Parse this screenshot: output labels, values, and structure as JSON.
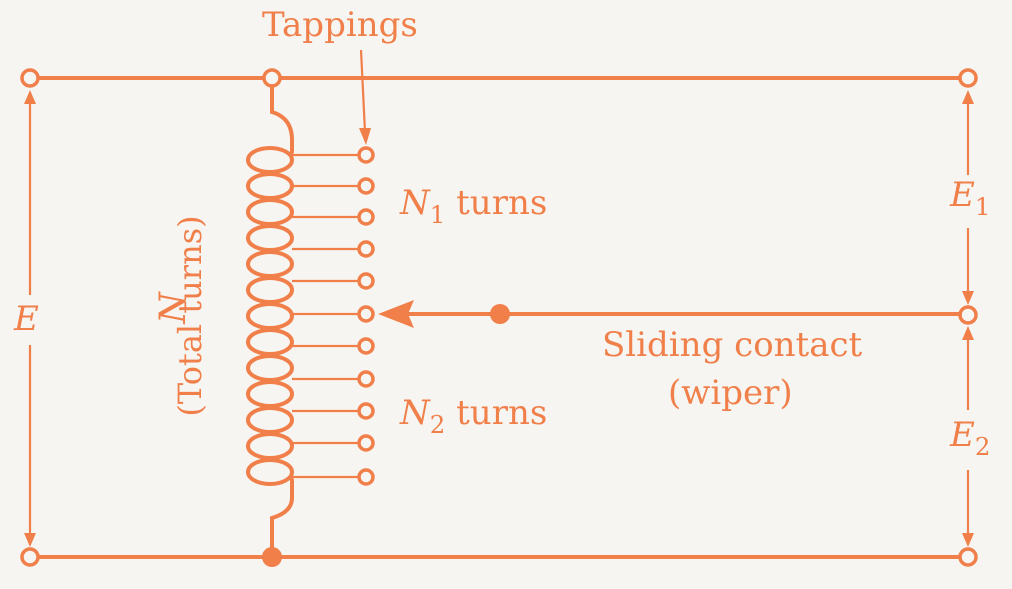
{
  "colors": {
    "ink": "#f07f4a",
    "paper": "#f7f5f1"
  },
  "diagram": {
    "tappings_label": "Tappings",
    "n1_symbol": "N",
    "n1_sub": "1",
    "n1_text": " turns",
    "n2_symbol": "N",
    "n2_sub": "2",
    "n2_text": " turns",
    "n_symbol": "N",
    "total_turns": "(Total turns)",
    "e_label": "E",
    "e1_symbol": "E",
    "e1_sub": "1",
    "e2_symbol": "E",
    "e2_sub": "2",
    "sliding_contact": "Sliding contact",
    "wiper": "(wiper)"
  }
}
